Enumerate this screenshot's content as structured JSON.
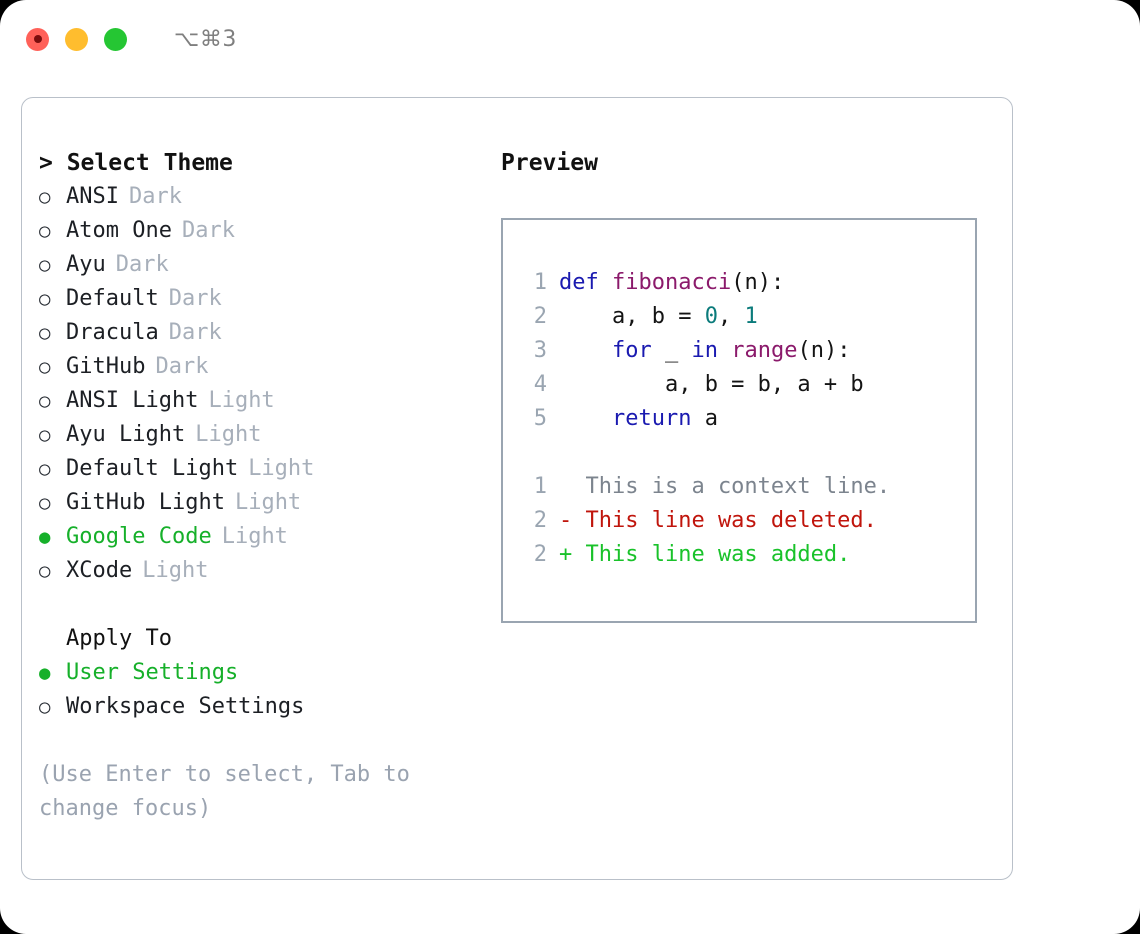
{
  "titlebar": {
    "shortcut": "⌥⌘3",
    "buttons": [
      {
        "name": "close",
        "color": "#ff6159"
      },
      {
        "name": "minimize",
        "color": "#ffbd2e"
      },
      {
        "name": "zoom",
        "color": "#25c633"
      }
    ]
  },
  "theme_picker": {
    "title": "> Select Theme",
    "marker_unselected": "○",
    "marker_selected": "●",
    "items": [
      {
        "label": "ANSI",
        "tag": "Dark",
        "selected": false
      },
      {
        "label": "Atom One",
        "tag": "Dark",
        "selected": false
      },
      {
        "label": "Ayu",
        "tag": "Dark",
        "selected": false
      },
      {
        "label": "Default",
        "tag": "Dark",
        "selected": false
      },
      {
        "label": "Dracula",
        "tag": "Dark",
        "selected": false
      },
      {
        "label": "GitHub",
        "tag": "Dark",
        "selected": false
      },
      {
        "label": "ANSI Light",
        "tag": "Light",
        "selected": false
      },
      {
        "label": "Ayu Light",
        "tag": "Light",
        "selected": false
      },
      {
        "label": "Default Light",
        "tag": "Light",
        "selected": false
      },
      {
        "label": "GitHub Light",
        "tag": "Light",
        "selected": false
      },
      {
        "label": "Google Code",
        "tag": "Light",
        "selected": true
      },
      {
        "label": "XCode",
        "tag": "Light",
        "selected": false
      }
    ]
  },
  "apply_to": {
    "title": "Apply To",
    "items": [
      {
        "label": "User Settings",
        "selected": true
      },
      {
        "label": "Workspace Settings",
        "selected": false
      }
    ]
  },
  "hint": "(Use Enter to select, Tab to change focus)",
  "preview": {
    "title": "Preview",
    "code_lines": [
      {
        "ln": "1",
        "tokens": [
          {
            "t": "def ",
            "c": "kw"
          },
          {
            "t": "fibonacci",
            "c": "fn"
          },
          {
            "t": "(n):",
            "c": "plain"
          }
        ]
      },
      {
        "ln": "2",
        "tokens": [
          {
            "t": "    a, b = ",
            "c": "plain"
          },
          {
            "t": "0",
            "c": "num"
          },
          {
            "t": ", ",
            "c": "plain"
          },
          {
            "t": "1",
            "c": "num"
          }
        ]
      },
      {
        "ln": "3",
        "tokens": [
          {
            "t": "    ",
            "c": "plain"
          },
          {
            "t": "for",
            "c": "kw"
          },
          {
            "t": " _ ",
            "c": "plain"
          },
          {
            "t": "in",
            "c": "kw"
          },
          {
            "t": " ",
            "c": "plain"
          },
          {
            "t": "range",
            "c": "fn"
          },
          {
            "t": "(n):",
            "c": "plain"
          }
        ]
      },
      {
        "ln": "4",
        "tokens": [
          {
            "t": "        a, b = b, a + b",
            "c": "plain"
          }
        ]
      },
      {
        "ln": "5",
        "tokens": [
          {
            "t": "    ",
            "c": "plain"
          },
          {
            "t": "return",
            "c": "kw"
          },
          {
            "t": " a",
            "c": "plain"
          }
        ]
      }
    ],
    "diff_lines": [
      {
        "ln": "1",
        "text": "  This is a context line.",
        "kind": "ctx"
      },
      {
        "ln": "2",
        "text": "- This line was deleted.",
        "kind": "del"
      },
      {
        "ln": "2",
        "text": "+ This line was added.",
        "kind": "add"
      }
    ]
  },
  "colors": {
    "accent_green": "#16b02a",
    "muted": "#a7afba",
    "keyword": "#1a1ab0",
    "function": "#8b1a6b",
    "number": "#0b7b7b",
    "diff_context": "#7c848e",
    "diff_deleted": "#c0150c",
    "diff_added": "#19c22a",
    "border": "#9aa5b1"
  }
}
